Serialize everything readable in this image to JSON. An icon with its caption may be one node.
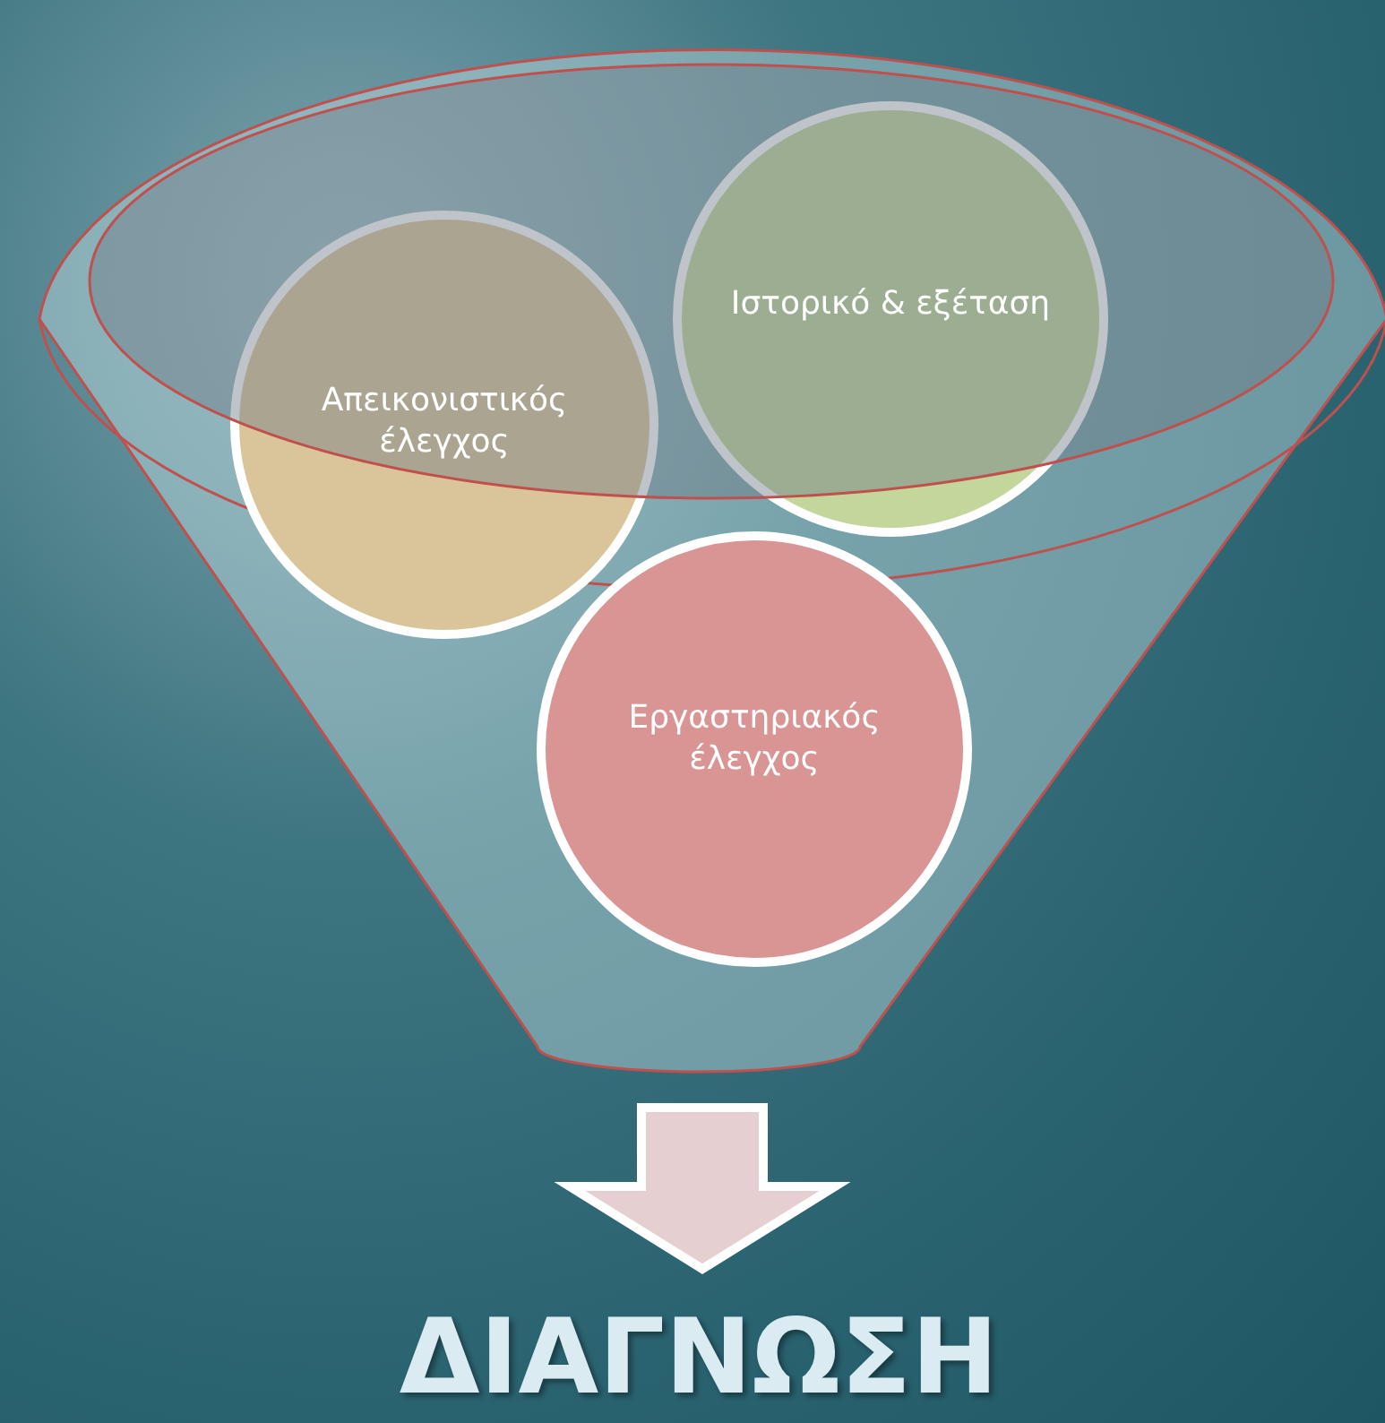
{
  "diagram": {
    "nodes": [
      {
        "text": [],
        "shape": "funnel"
      },
      {
        "text": [
          "Ιστορικό & εξέταση"
        ],
        "in": 0
      },
      {
        "text": [
          "Απεικονιστικός έλεγχος"
        ],
        "in": 0
      },
      {
        "text": [
          "Εργαστηριακός έλεγχος"
        ],
        "in": 0
      },
      {
        "text": [
          "ΔΙΑΓΝΩΣΗ"
        ]
      }
    ],
    "edges": [
      {
        "from": 0,
        "to": 4,
        "arrow": "to",
        "style": "thick"
      }
    ]
  }
}
